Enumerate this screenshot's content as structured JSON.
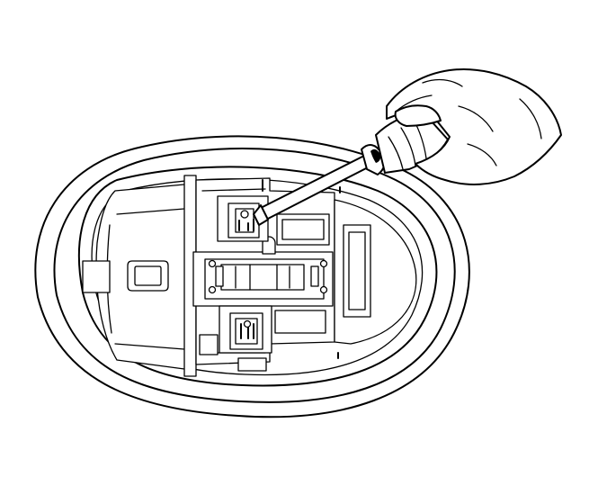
{
  "figure": {
    "kind": "line-art-illustration",
    "stroke_color": "#000000",
    "background_color": "#ffffff",
    "components": [
      "housing-outer-bezel",
      "housing-inner-bezel",
      "console-assembly",
      "switch-knob",
      "lamp-socket-upper",
      "lamp-socket-lower",
      "bulb-holder",
      "screwdriver",
      "hand"
    ]
  }
}
